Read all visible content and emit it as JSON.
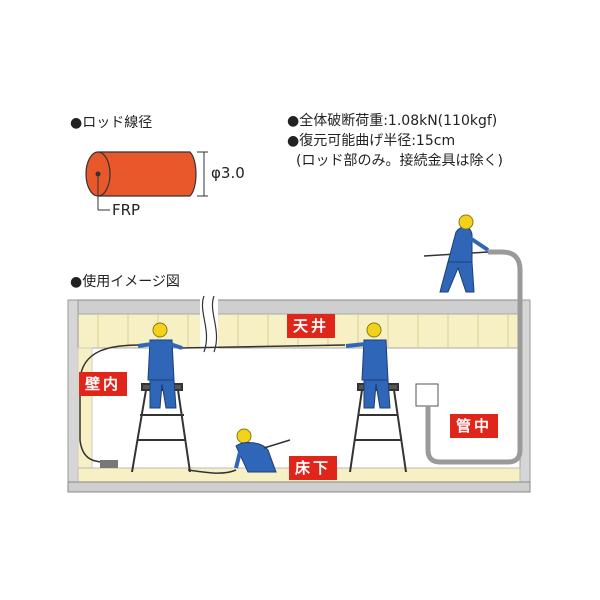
{
  "specs": {
    "rod_diameter_heading": "●ロッド線径",
    "diameter_value": "φ3.0",
    "material": "FRP",
    "breaking_load": "●全体破断荷重:1.08kN(110kgf)",
    "bend_radius": "●復元可能曲げ半径:15cm",
    "bend_note": "(ロッド部のみ。接続金具は除く)"
  },
  "usage": {
    "heading": "●使用イメージ図",
    "labels": {
      "ceiling": "天井",
      "wall": "壁内",
      "floor": "床下",
      "conduit": "管中"
    }
  },
  "colors": {
    "rod": "#e8582a",
    "panel": "#f6f0c4",
    "structure": "#c9c9c9",
    "worker": "#2f66b8",
    "helmet": "#f2d21a",
    "label_bg": "#e0261b"
  }
}
